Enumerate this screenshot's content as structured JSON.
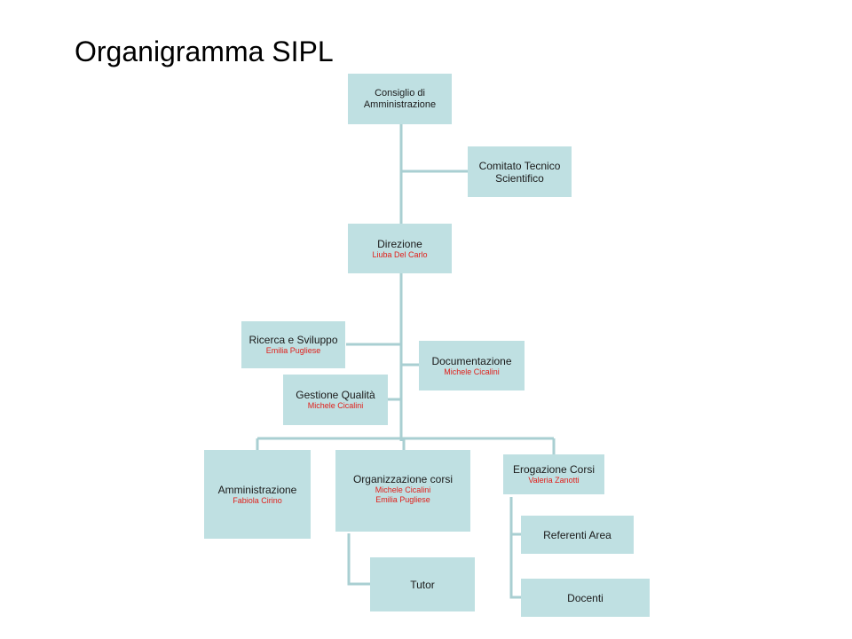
{
  "title": "Organigramma SIPL",
  "colors": {
    "box_fill": "#bfe0e2",
    "connector": "#a9cfd2",
    "person_text": "#e0201b"
  },
  "nodes": {
    "consiglio": {
      "name": "Consiglio  di Amministrazione"
    },
    "comitato": {
      "name": "Comitato Tecnico Scientifico"
    },
    "direzione": {
      "name": "Direzione",
      "people": [
        "Liuba Del Carlo"
      ]
    },
    "ricerca": {
      "name": "Ricerca e Sviluppo",
      "people": [
        "Emilia  Pugliese"
      ]
    },
    "documentazione": {
      "name": "Documentazione",
      "people": [
        "Michele Cicalini"
      ]
    },
    "qualita": {
      "name": "Gestione Qualità",
      "people": [
        "Michele Cicalini"
      ]
    },
    "amministrazione": {
      "name": "Amministrazione",
      "people": [
        "Fabiola Cirino"
      ]
    },
    "organizzazione": {
      "name": "Organizzazione corsi",
      "people": [
        "Michele Cicalini",
        "Emilia  Pugliese"
      ]
    },
    "erogazione": {
      "name": "Erogazione  Corsi",
      "people": [
        "Valeria Zanotti"
      ]
    },
    "referenti": {
      "name": "Referenti  Area"
    },
    "docenti": {
      "name": "Docenti"
    },
    "tutor": {
      "name": "Tutor"
    }
  }
}
